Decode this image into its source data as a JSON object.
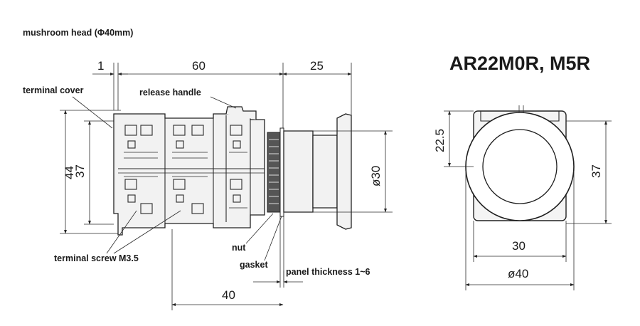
{
  "diagram": {
    "header_note": "mushroom head (Φ40mm)",
    "model_title": "AR22M0R, M5R",
    "side_view": {
      "labels": {
        "terminal_cover": "terminal cover",
        "release_handle": "release handle",
        "terminal_screw": "terminal screw M3.5",
        "nut": "nut",
        "gasket": "gasket",
        "panel_thickness": "panel thickness 1~6"
      },
      "dimensions": {
        "d_1": "1",
        "d_60": "60",
        "d_25": "25",
        "d_44": "44",
        "d_37": "37",
        "d_30": "ø30",
        "d_40": "40"
      }
    },
    "front_view": {
      "dimensions": {
        "d_22_5": "22.5",
        "d_37": "37",
        "d_30": "30",
        "d_40": "ø40"
      }
    }
  }
}
